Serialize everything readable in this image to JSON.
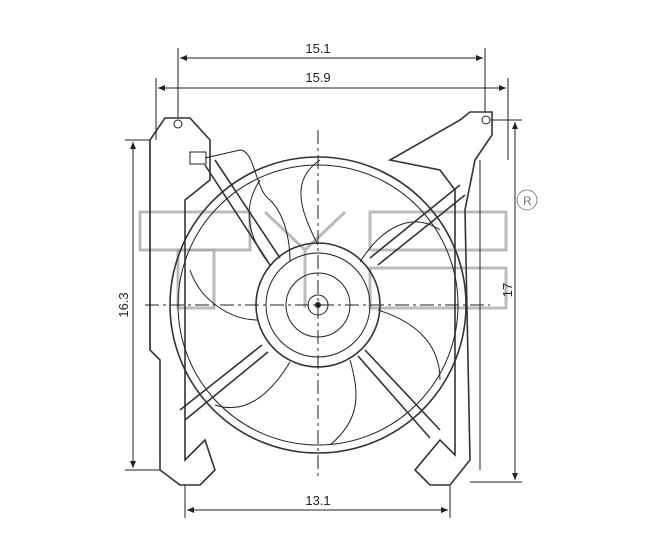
{
  "drawing": {
    "dimensions": {
      "top_inner": "15.1",
      "top_outer": "15.9",
      "left_height": "16.3",
      "right_height": "17",
      "bottom_width": "13.1"
    },
    "watermark": {
      "text": "TYC",
      "registered_mark": "R"
    }
  }
}
